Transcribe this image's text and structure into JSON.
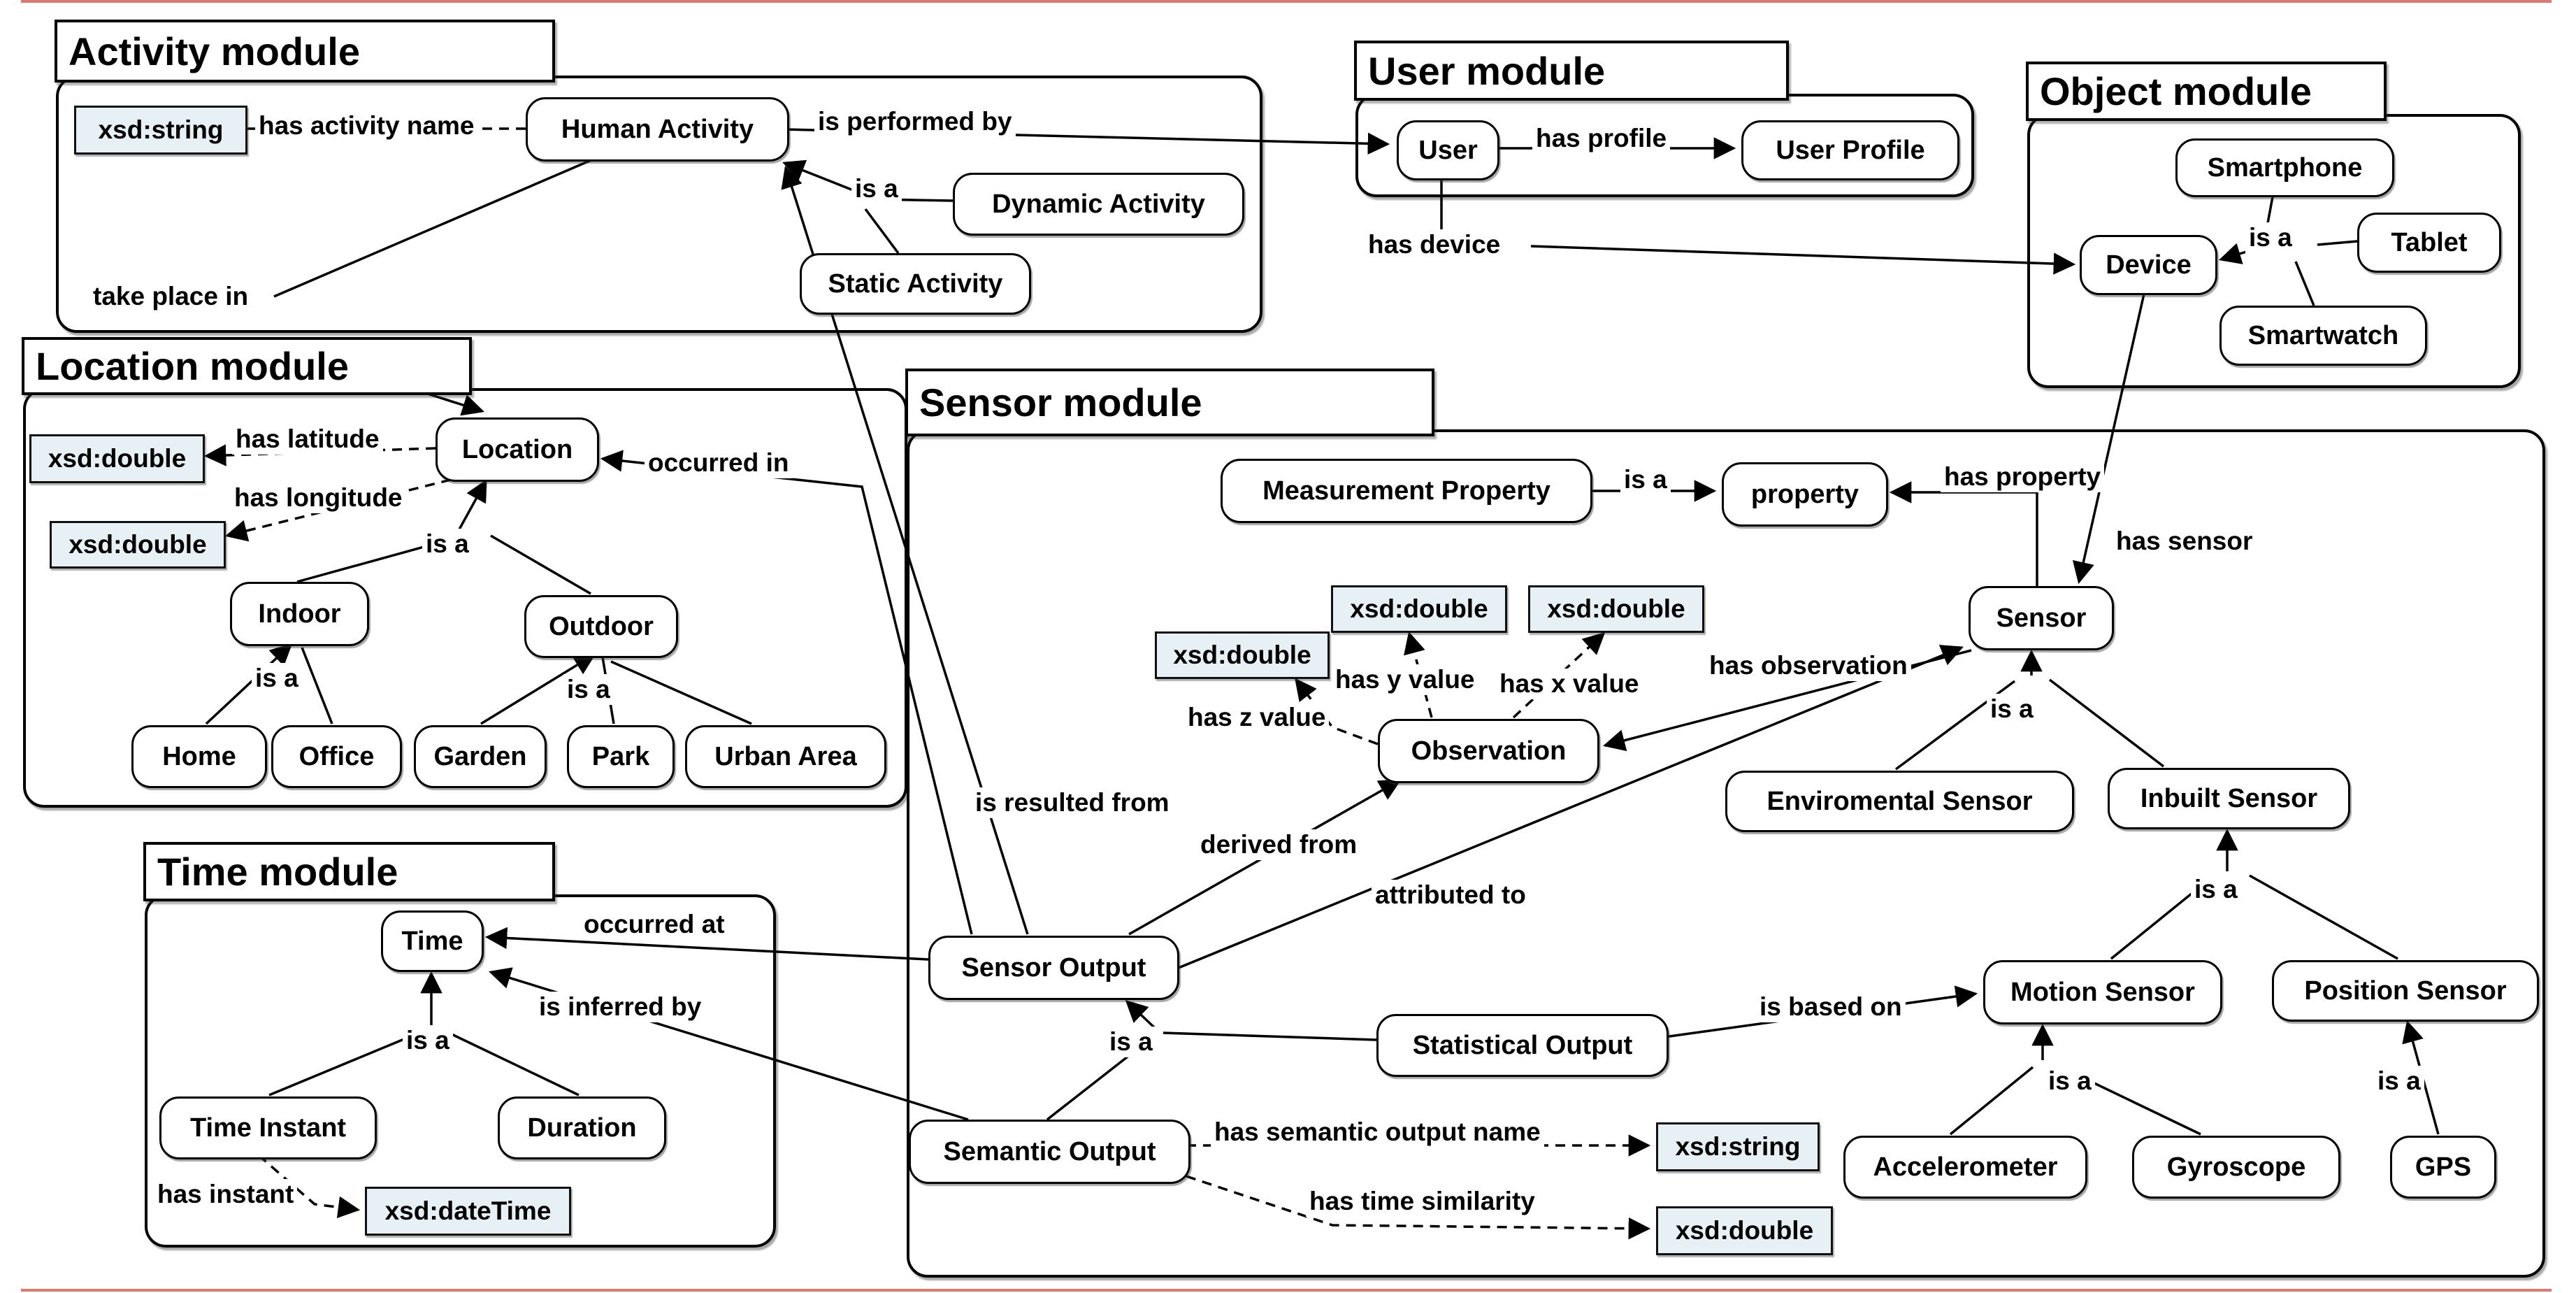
{
  "modules": {
    "activity": {
      "title": "Activity module"
    },
    "user": {
      "title": "User module"
    },
    "object": {
      "title": "Object module"
    },
    "location": {
      "title": "Location module"
    },
    "sensor": {
      "title": "Sensor module"
    },
    "time": {
      "title": "Time module"
    }
  },
  "nodes": {
    "human_activity": "Human Activity",
    "dynamic_activity": "Dynamic Activity",
    "static_activity": "Static Activity",
    "user": "User",
    "user_profile": "User Profile",
    "smartphone": "Smartphone",
    "device": "Device",
    "tablet": "Tablet",
    "smartwatch": "Smartwatch",
    "location": "Location",
    "indoor": "Indoor",
    "outdoor": "Outdoor",
    "home": "Home",
    "office": "Office",
    "garden": "Garden",
    "park": "Park",
    "urban_area": "Urban Area",
    "measurement_property": "Measurement Property",
    "property": "property",
    "sensor": "Sensor",
    "observation": "Observation",
    "enviromental_sensor": "Enviromental Sensor",
    "inbuilt_sensor": "Inbuilt Sensor",
    "sensor_output": "Sensor Output",
    "statistical_output": "Statistical Output",
    "semantic_output": "Semantic Output",
    "motion_sensor": "Motion Sensor",
    "position_sensor": "Position Sensor",
    "accelerometer": "Accelerometer",
    "gyroscope": "Gyroscope",
    "gps": "GPS",
    "time": "Time",
    "time_instant": "Time Instant",
    "duration": "Duration"
  },
  "datatypes": {
    "string": "xsd:string",
    "double": "xsd:double",
    "datetime": "xsd:dateTime"
  },
  "labels": {
    "is_a": "is a",
    "has_activity_name": "has activity name",
    "is_performed_by": "is performed by",
    "take_place_in": "take place in",
    "has_profile": "has profile",
    "has_device": "has device",
    "has_latitude": "has latitude",
    "has_longitude": "has longitude",
    "occurred_in": "occurred in",
    "has_sensor": "has sensor",
    "has_property": "has property",
    "has_observation": "has observation",
    "has_y_value": "has y value",
    "has_x_value": "has x value",
    "has_z_value": "has z value",
    "derived_from": "derived from",
    "attributed_to": "attributed to",
    "is_resulted_from": "is resulted from",
    "occurred_at": "occurred at",
    "is_inferred_by": "is inferred by",
    "has_instant": "has instant",
    "is_based_on": "is based on",
    "has_semantic_output_name": "has semantic output name",
    "has_time_similarity": "has time similarity"
  },
  "relations": [
    {
      "from": "Human Activity",
      "label": "has activity name",
      "to": "xsd:string",
      "style": "dashed"
    },
    {
      "from": "Human Activity",
      "label": "is performed by",
      "to": "User"
    },
    {
      "from": "Dynamic Activity",
      "label": "is a",
      "to": "Human Activity"
    },
    {
      "from": "Static Activity",
      "label": "is a",
      "to": "Human Activity"
    },
    {
      "from": "Human Activity",
      "label": "take place in",
      "to": "Location"
    },
    {
      "from": "User",
      "label": "has profile",
      "to": "User Profile"
    },
    {
      "from": "User",
      "label": "has device",
      "to": "Device"
    },
    {
      "from": "Smartphone",
      "label": "is a",
      "to": "Device"
    },
    {
      "from": "Tablet",
      "label": "is a",
      "to": "Device"
    },
    {
      "from": "Smartwatch",
      "label": "is a",
      "to": "Device"
    },
    {
      "from": "Device",
      "label": "has sensor",
      "to": "Sensor"
    },
    {
      "from": "Location",
      "label": "has latitude",
      "to": "xsd:double",
      "style": "dashed"
    },
    {
      "from": "Location",
      "label": "has longitude",
      "to": "xsd:double",
      "style": "dashed"
    },
    {
      "from": "Sensor Output",
      "label": "occurred in",
      "to": "Location"
    },
    {
      "from": "Indoor",
      "label": "is a",
      "to": "Location"
    },
    {
      "from": "Outdoor",
      "label": "is a",
      "to": "Location"
    },
    {
      "from": "Home",
      "label": "is a",
      "to": "Indoor"
    },
    {
      "from": "Office",
      "label": "is a",
      "to": "Indoor"
    },
    {
      "from": "Garden",
      "label": "is a",
      "to": "Outdoor"
    },
    {
      "from": "Park",
      "label": "is a",
      "to": "Outdoor"
    },
    {
      "from": "Urban Area",
      "label": "is a",
      "to": "Outdoor"
    },
    {
      "from": "Measurement Property",
      "label": "is a",
      "to": "property"
    },
    {
      "from": "Sensor",
      "label": "has property",
      "to": "property"
    },
    {
      "from": "Observation",
      "label": "has y value",
      "to": "xsd:double",
      "style": "dashed"
    },
    {
      "from": "Observation",
      "label": "has x value",
      "to": "xsd:double",
      "style": "dashed"
    },
    {
      "from": "Observation",
      "label": "has z value",
      "to": "xsd:double",
      "style": "dashed"
    },
    {
      "from": "Sensor",
      "label": "has observation",
      "to": "Observation"
    },
    {
      "from": "Sensor Output",
      "label": "derived from",
      "to": "Observation"
    },
    {
      "from": "Sensor Output",
      "label": "attributed to",
      "to": "Sensor"
    },
    {
      "from": "Sensor Output",
      "label": "is resulted from",
      "to": "Human Activity"
    },
    {
      "from": "Enviromental Sensor",
      "label": "is a",
      "to": "Sensor"
    },
    {
      "from": "Inbuilt Sensor",
      "label": "is a",
      "to": "Sensor"
    },
    {
      "from": "Sensor Output",
      "label": "occurred at",
      "to": "Time"
    },
    {
      "from": "Semantic Output",
      "label": "is inferred by",
      "to": "Time"
    },
    {
      "from": "Time Instant",
      "label": "is a",
      "to": "Time"
    },
    {
      "from": "Duration",
      "label": "is a",
      "to": "Time"
    },
    {
      "from": "Time Instant",
      "label": "has instant",
      "to": "xsd:dateTime",
      "style": "dashed"
    },
    {
      "from": "Statistical Output",
      "label": "is a",
      "to": "Sensor Output"
    },
    {
      "from": "Semantic Output",
      "label": "is a",
      "to": "Sensor Output"
    },
    {
      "from": "Statistical Output",
      "label": "is based on",
      "to": "Motion Sensor"
    },
    {
      "from": "Semantic Output",
      "label": "has semantic output name",
      "to": "xsd:string",
      "style": "dashed"
    },
    {
      "from": "Semantic Output",
      "label": "has time similarity",
      "to": "xsd:double",
      "style": "dashed"
    },
    {
      "from": "Motion Sensor",
      "label": "is a",
      "to": "Inbuilt Sensor"
    },
    {
      "from": "Position Sensor",
      "label": "is a",
      "to": "Inbuilt Sensor"
    },
    {
      "from": "Accelerometer",
      "label": "is a",
      "to": "Motion Sensor"
    },
    {
      "from": "Gyroscope",
      "label": "is a",
      "to": "Motion Sensor"
    },
    {
      "from": "GPS",
      "label": "is a",
      "to": "Position Sensor"
    }
  ],
  "colors": {
    "datatype_fill": "#e7f0f4",
    "node_fill": "#ffffff",
    "line": "#000000",
    "page_edge_line": "#d97a72"
  }
}
